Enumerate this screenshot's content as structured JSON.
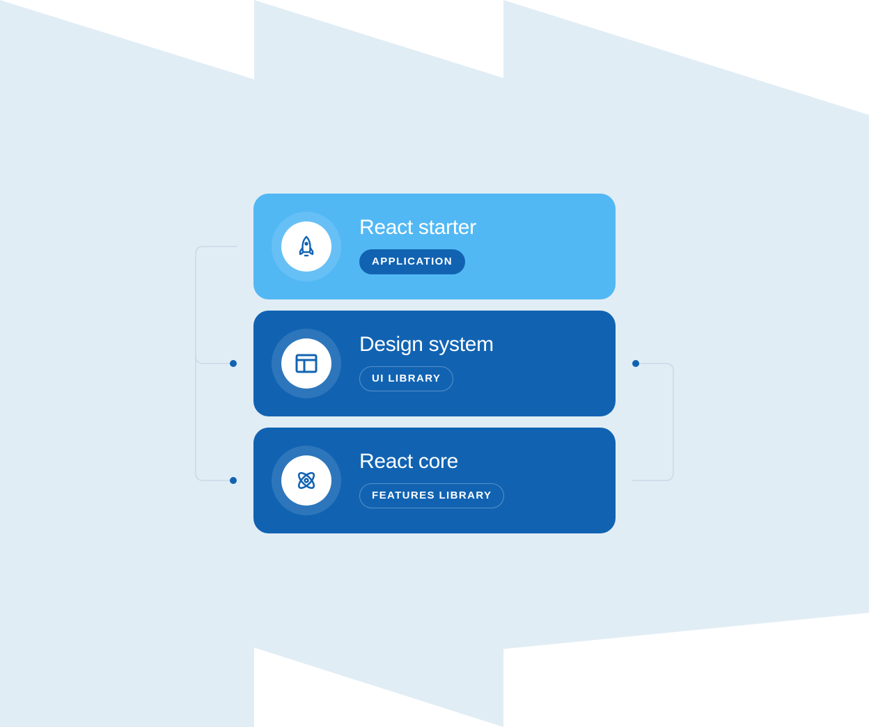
{
  "cards": [
    {
      "title": "React starter",
      "badge": "APPLICATION",
      "icon": "rocket-icon"
    },
    {
      "title": "Design system",
      "badge": "UI LIBRARY",
      "icon": "layout-icon"
    },
    {
      "title": "React core",
      "badge": "FEATURES LIBRARY",
      "icon": "atom-icon"
    }
  ],
  "colors": {
    "background_shape": "#e1edf5",
    "card_light": "#52b8f4",
    "card_dark": "#1163b2",
    "connector": "#c9d9e6"
  }
}
